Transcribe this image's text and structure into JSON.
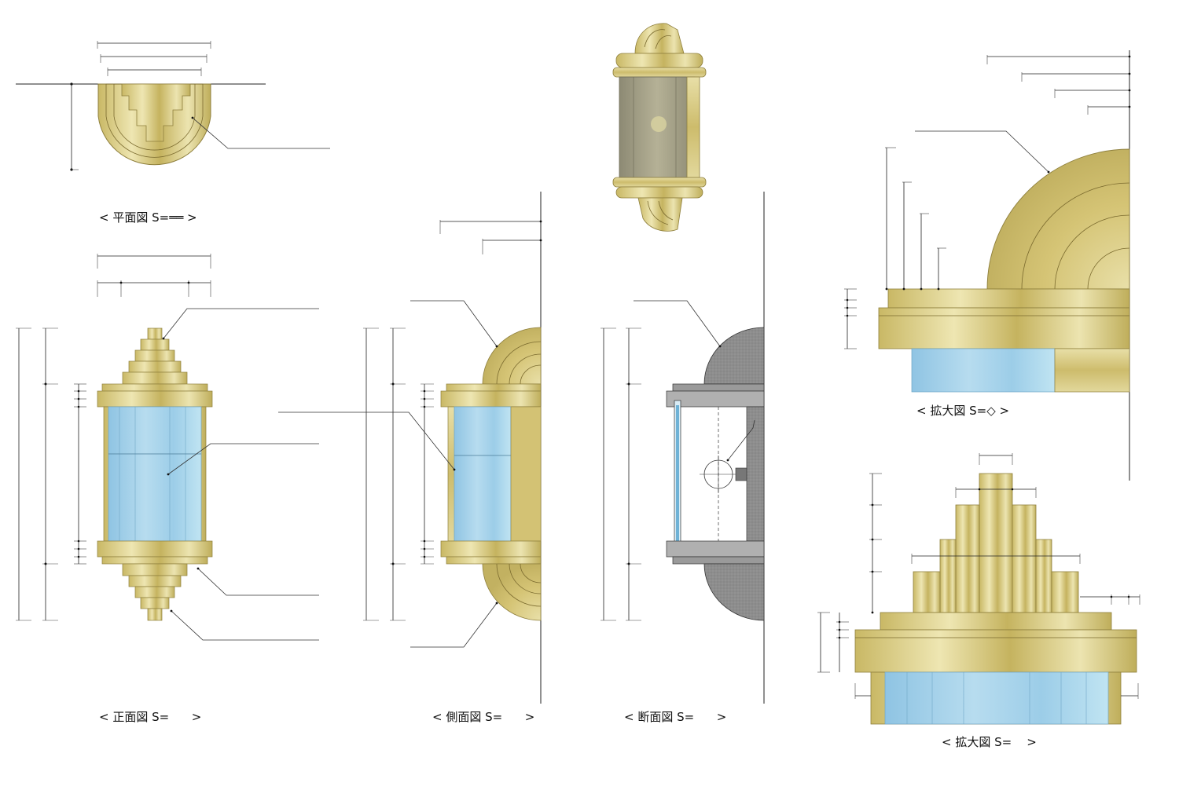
{
  "captions": {
    "plan": "< 平面図 S=══ >",
    "front": "< 正面図 S=      >",
    "side": "< 側面図 S=      >",
    "section": "< 断面図 S=      >",
    "detail_top": "< 拡大図 S=◇ >",
    "detail_bottom": "< 拡大図 S=    >"
  },
  "colors": {
    "brass_light": "#ebe2aa",
    "brass_mid": "#d6c77d",
    "brass_dark": "#b3a457",
    "brass_edge": "#8e7f3c",
    "glass_light": "#c7e7f3",
    "glass_mid": "#a4d2ec",
    "glass_dark": "#86bfe0",
    "section_gray": "#8f8f8f",
    "line": "#222222"
  },
  "icons": [
    "brass-wall-lamp-render"
  ]
}
